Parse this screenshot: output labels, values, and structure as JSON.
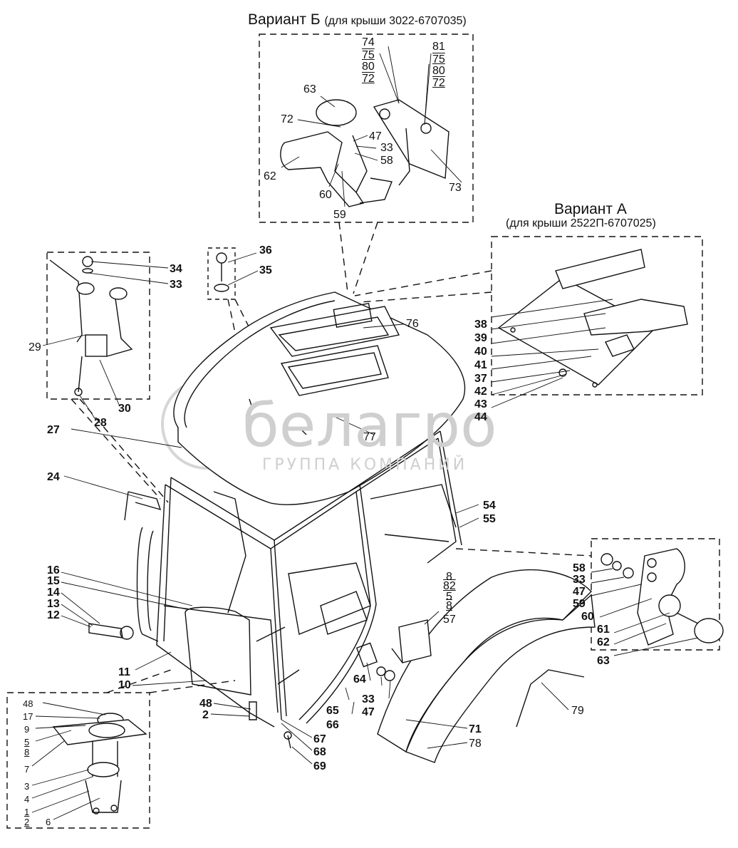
{
  "variant_b": {
    "title": "Вариант Б",
    "subtitle": "(для крыши 3022-6707035)"
  },
  "variant_a": {
    "title": "Вариант А",
    "subtitle": "(для крыши 2522П-6707025)"
  },
  "watermark": {
    "brand": "белагро",
    "tagline": "ГРУППА КОМПАНИЙ"
  },
  "labels": {
    "l74": "74",
    "l75a": "75",
    "l80a": "80",
    "l72a": "72",
    "l81": "81",
    "l75b": "75",
    "l80b": "80",
    "l72b": "72",
    "l63a": "63",
    "l72c": "72",
    "l47a": "47",
    "l33a": "33",
    "l58a": "58",
    "l62a": "62",
    "l60a": "60",
    "l59a": "59",
    "l73": "73",
    "l36": "36",
    "l35": "35",
    "l34": "34",
    "l33b": "33",
    "l29": "29",
    "l30": "30",
    "l28": "28",
    "l27": "27",
    "l24": "24",
    "l76": "76",
    "l77": "77",
    "l38": "38",
    "l39": "39",
    "l40": "40",
    "l41": "41",
    "l37": "37",
    "l42": "42",
    "l43": "43",
    "l44": "44",
    "l54": "54",
    "l55": "55",
    "l16": "16",
    "l15": "15",
    "l14": "14",
    "l13": "13",
    "l12": "12",
    "l11": "11",
    "l10": "10",
    "l8a": "8",
    "l82": "82",
    "l5a": "5",
    "l8b": "8",
    "l57": "57",
    "l58b": "58",
    "l33c": "33",
    "l47b": "47",
    "l59b": "59",
    "l60b": "60",
    "l61": "61",
    "l62b": "62",
    "l63b": "63",
    "l64": "64",
    "l33d": "33",
    "l47c": "47",
    "l65": "65",
    "l66": "66",
    "l71": "71",
    "l78": "78",
    "l79": "79",
    "l48a": "48",
    "l2a": "2",
    "l67": "67",
    "l68": "68",
    "l69": "69",
    "l48b": "48",
    "l17": "17",
    "l9": "9",
    "l5b": "5",
    "l8c": "8",
    "l7": "7",
    "l3": "3",
    "l4": "4",
    "l1": "1",
    "l2b": "2",
    "l6": "6"
  }
}
